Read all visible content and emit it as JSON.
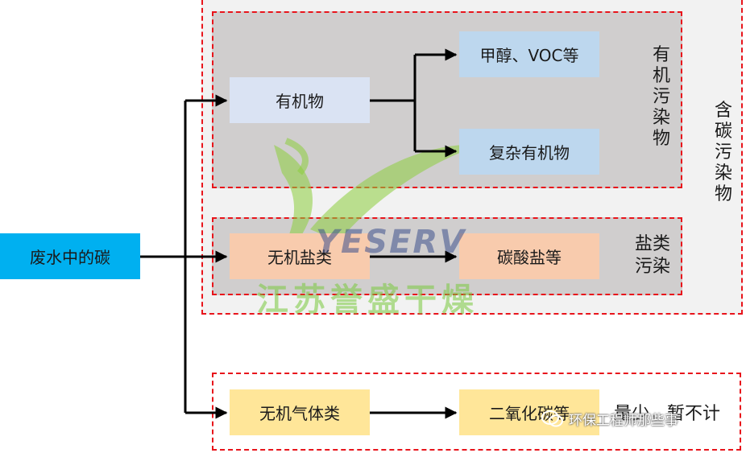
{
  "diagram": {
    "source": "废水中的碳",
    "organic_node": "有机物",
    "methanol_voc": "甲醇、VOC等",
    "complex_organic": "复杂有机物",
    "inorganic_salt": "无机盐类",
    "carbonate": "碳酸盐等",
    "inorganic_gas": "无机气体类",
    "co2": "二氧化碳等",
    "organic_pollutant_label": [
      "有",
      "机",
      "污",
      "染",
      "物"
    ],
    "carbon_pollutant_label": [
      "含",
      "碳",
      "污",
      "染",
      "物"
    ],
    "salt_pollution_label": [
      "盐类",
      "污染"
    ],
    "small_negligible": "量少，暂不计"
  },
  "watermark": {
    "logo": "YESERV",
    "company": "江苏誉盛干燥"
  },
  "badge": {
    "account": "环保工程师那些事",
    "icon": "wechat-icon"
  },
  "colors": {
    "dash_red": "#e8141b",
    "source_blue": "#00b0f0",
    "organic_fill": "#dae3f3",
    "product_blue": "#bdd7ee",
    "salt_fill": "#f8cbad",
    "gas_fill": "#ffe699",
    "region_gray": "#d0cece",
    "outer_gray": "#f2f2f2"
  }
}
